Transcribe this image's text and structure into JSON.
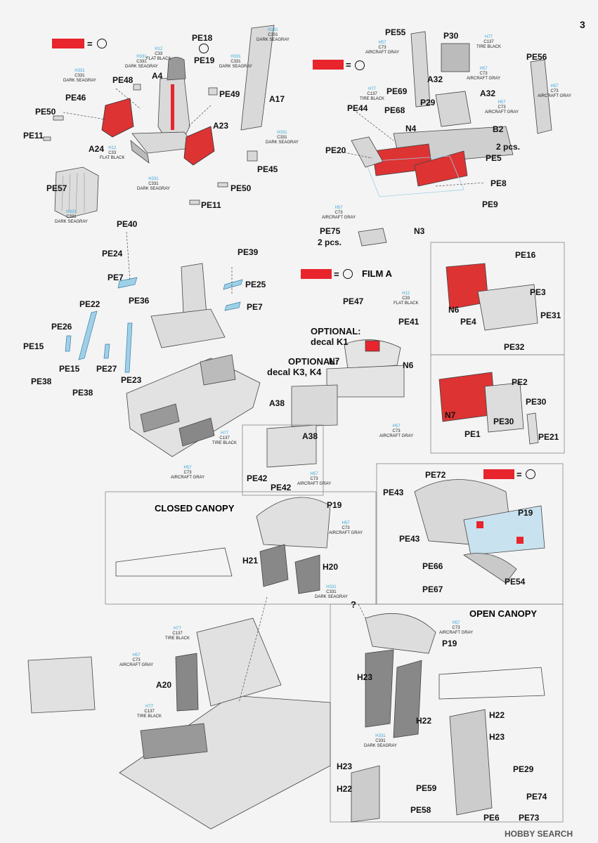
{
  "page_number": "3",
  "watermark": "HOBBY SEARCH",
  "section_titles": {
    "closed_canopy": "CLOSED CANOPY",
    "open_canopy": "OPEN CANOPY",
    "film": "FILM A",
    "opt_k1_a": "OPTIONAL:",
    "opt_k1_b": "decal K1",
    "opt_k34_a": "OPTIONAL:",
    "opt_k34_b": "decal K3, K4",
    "two_pcs_a": "2 pcs.",
    "two_pcs_b": "2 pcs.",
    "question": "?"
  },
  "parts": {
    "PE18": "PE18",
    "PE19": "PE19",
    "PE48": "PE48",
    "PE46": "PE46",
    "PE50a": "PE50",
    "PE11a": "PE11",
    "A24": "A24",
    "A4": "A4",
    "A17": "A17",
    "PE49": "PE49",
    "A23": "A23",
    "PE45": "PE45",
    "PE57": "PE57",
    "PE50b": "PE50",
    "PE11b": "PE11",
    "PE55": "PE55",
    "P30": "P30",
    "PE56": "PE56",
    "A32a": "A32",
    "A32b": "A32",
    "P29": "P29",
    "PE69": "PE69",
    "PE68": "PE68",
    "PE44": "PE44",
    "N4": "N4",
    "B2": "B2",
    "PE20": "PE20",
    "PE5": "PE5",
    "PE8": "PE8",
    "PE9": "PE9",
    "N3": "N3",
    "PE75": "PE75",
    "PE40": "PE40",
    "PE24": "PE24",
    "PE7a": "PE7",
    "PE39": "PE39",
    "PE25": "PE25",
    "PE7b": "PE7",
    "PE22": "PE22",
    "PE36": "PE36",
    "PE26": "PE26",
    "PE15a": "PE15",
    "PE15b": "PE15",
    "PE27": "PE27",
    "PE38a": "PE38",
    "PE38b": "PE38",
    "PE23": "PE23",
    "PE16": "PE16",
    "PE3": "PE3",
    "N6a": "N6",
    "PE4": "PE4",
    "PE31": "PE31",
    "PE32": "PE32",
    "PE47": "PE47",
    "PE41": "PE41",
    "N7a": "N7",
    "N6b": "N6",
    "A38a": "A38",
    "A38b": "A38",
    "PE42a": "PE42",
    "PE42b": "PE42",
    "PE2": "PE2",
    "PE30a": "PE30",
    "PE30b": "PE30",
    "N7b": "N7",
    "PE1": "PE1",
    "PE21": "PE21",
    "P19a": "P19",
    "H21": "H21",
    "H20": "H20",
    "PE43a": "PE43",
    "PE72": "PE72",
    "P19b": "P19",
    "PE43b": "PE43",
    "PE66": "PE66",
    "PE67": "PE67",
    "PE54": "PE54",
    "A20": "A20",
    "P19c": "P19",
    "H23a": "H23",
    "H22a": "H22",
    "H22b": "H22",
    "H23b": "H23",
    "PE29": "PE29",
    "H23c": "H23",
    "H22c": "H22",
    "PE59": "PE59",
    "PE58": "PE58",
    "PE74": "PE74",
    "PE6": "PE6",
    "PE73": "PE73"
  },
  "paint_codes": [
    {
      "h": "H331",
      "c": "C331",
      "n": "DARK SEAGRAY",
      "id": "pc1"
    },
    {
      "h": "H12",
      "c": "C33",
      "n": "FLAT BLACK",
      "id": "pc2"
    },
    {
      "h": "H331",
      "c": "C331",
      "n": "DARK SEAGRAY",
      "id": "pc3"
    },
    {
      "h": "H331",
      "c": "C331",
      "n": "DARK SEAGRAY",
      "id": "pc4"
    },
    {
      "h": "H331",
      "c": "C331",
      "n": "DARK SEAGRAY",
      "id": "pc5"
    },
    {
      "h": "H12",
      "c": "C33",
      "n": "FLAT BLACK",
      "id": "pc6"
    },
    {
      "h": "H331",
      "c": "C331",
      "n": "DARK SEAGRAY",
      "id": "pc7"
    },
    {
      "h": "H331",
      "c": "C331",
      "n": "DARK SEAGRAY",
      "id": "pc8"
    },
    {
      "h": "H331",
      "c": "C331",
      "n": "DARK SEAGRAY",
      "id": "pc9"
    },
    {
      "h": "H57",
      "c": "C73",
      "n": "AIRCRAFT GRAY",
      "id": "pc10"
    },
    {
      "h": "H77",
      "c": "C137",
      "n": "TIRE BLACK",
      "id": "pc11"
    },
    {
      "h": "H57",
      "c": "C73",
      "n": "AIRCRAFT GRAY",
      "id": "pc12"
    },
    {
      "h": "H77",
      "c": "C137",
      "n": "TIRE BLACK",
      "id": "pc13"
    },
    {
      "h": "H57",
      "c": "C73",
      "n": "AIRCRAFT GRAY",
      "id": "pc14"
    },
    {
      "h": "H57",
      "c": "C73",
      "n": "AIRCRAFT GRAY",
      "id": "pc15"
    },
    {
      "h": "H57",
      "c": "C73",
      "n": "AIRCRAFT GRAY",
      "id": "pc16"
    },
    {
      "h": "H77",
      "c": "C137",
      "n": "TIRE BLACK",
      "id": "pc17"
    },
    {
      "h": "H57",
      "c": "C73",
      "n": "AIRCRAFT GRAY",
      "id": "pc18"
    },
    {
      "h": "H12",
      "c": "C33",
      "n": "FLAT BLACK",
      "id": "pc19"
    },
    {
      "h": "H57",
      "c": "C73",
      "n": "AIRCRAFT GRAY",
      "id": "pc20"
    },
    {
      "h": "H57",
      "c": "C73",
      "n": "AIRCRAFT GRAY",
      "id": "pc21"
    },
    {
      "h": "H57",
      "c": "C73",
      "n": "AIRCRAFT GRAY",
      "id": "pc22"
    },
    {
      "h": "H331",
      "c": "C331",
      "n": "DARK SEAGRAY",
      "id": "pc23"
    },
    {
      "h": "H57",
      "c": "C73",
      "n": "AIRCRAFT GRAY",
      "id": "pc24"
    },
    {
      "h": "H77",
      "c": "C137",
      "n": "TIRE BLACK",
      "id": "pc25"
    },
    {
      "h": "H57",
      "c": "C73",
      "n": "AIRCRAFT GRAY",
      "id": "pc26"
    },
    {
      "h": "H77",
      "c": "C137",
      "n": "TIRE BLACK",
      "id": "pc27"
    },
    {
      "h": "H331",
      "c": "C331",
      "n": "DARK SEAGRAY",
      "id": "pc28"
    }
  ],
  "colors": {
    "accent_red": "#e8242c",
    "paint_code_blue": "#3aa7d8",
    "part_blue": "#9fd0e8",
    "part_gray": "#c9c9c9"
  },
  "legend_equals": "="
}
